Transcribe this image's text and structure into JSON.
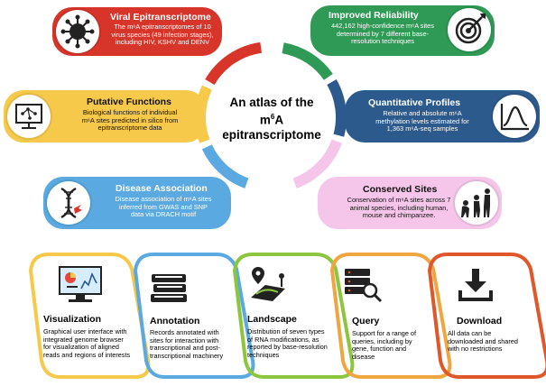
{
  "hub": {
    "line1": "An atlas of the",
    "line2_pre": "m",
    "line2_sup": "6",
    "line2_post": "A",
    "line3": "epitranscriptome"
  },
  "features": [
    {
      "id": "viral",
      "title": "Viral Epitranscriptome",
      "desc": [
        "The m⁶A epitranscriptomes of 10",
        "virus species (49 infection stages),",
        "including HIV, KSHV and DENV"
      ],
      "color": "#d8352a",
      "icon": "virus-icon"
    },
    {
      "id": "reliability",
      "title": "Improved Reliability",
      "desc": [
        "442,162 high-confidence m⁶A sites",
        "determined by 7 different base-",
        "resolution techniques"
      ],
      "color": "#2e9a55",
      "icon": "target-icon"
    },
    {
      "id": "functions",
      "title": "Putative Functions",
      "desc": [
        "Biological functions of individual",
        "m⁶A sites predicted in silico from",
        "epitranscriptome data"
      ],
      "color": "#f6c94a",
      "icon": "computer-network-icon"
    },
    {
      "id": "quant",
      "title": "Quantitative Profiles",
      "desc": [
        "Relative and absolute m⁶A",
        "methylation levels estimated for",
        "1,363 m⁶A-seq  samples"
      ],
      "color": "#2c5a8c",
      "icon": "curve-chart-icon"
    },
    {
      "id": "disease",
      "title": "Disease Association",
      "desc": [
        "Disease association of m⁶A sites",
        "inferred from GWAS and SNP",
        "data via DRACH motif"
      ],
      "color": "#5aa9e0",
      "icon": "dna-icon"
    },
    {
      "id": "conserved",
      "title": "Conserved Sites",
      "desc": [
        "Conservation of m⁶A sites across 7",
        "animal species, including human,",
        "mouse and chimpanzee."
      ],
      "color": "#f5c6ea",
      "icon": "evolution-icon"
    }
  ],
  "cards": [
    {
      "id": "visualization",
      "title": "Visualization",
      "desc": [
        "Graphical user interface with",
        "integrated genome browser",
        "for visualization of aligned",
        "reads and regions of interests"
      ],
      "color": "#f6c94a",
      "icon": "monitor-chart-icon"
    },
    {
      "id": "annotation",
      "title": "Annotation",
      "desc": [
        "Records annotated with",
        "sites for interaction with",
        "transcriptional and post-",
        "transcriptional machinery"
      ],
      "color": "#5aa9e0",
      "icon": "books-icon"
    },
    {
      "id": "landscape",
      "title": "Landscape",
      "desc": [
        "Distribution of seven types",
        "of RNA modifications, as",
        "reported by base-resolution",
        "techniques"
      ],
      "color": "#8cc63f",
      "icon": "map-pin-icon"
    },
    {
      "id": "query",
      "title": "Query",
      "desc": [
        "Support for a range of",
        "queries, including by",
        "gene, function and",
        "disease"
      ],
      "color": "#f0a640",
      "icon": "database-search-icon"
    },
    {
      "id": "download",
      "title": "Download",
      "desc": [
        "All data can be",
        "downloaded and shared",
        "with no restrictions"
      ],
      "color": "#e0572a",
      "icon": "download-icon"
    }
  ]
}
